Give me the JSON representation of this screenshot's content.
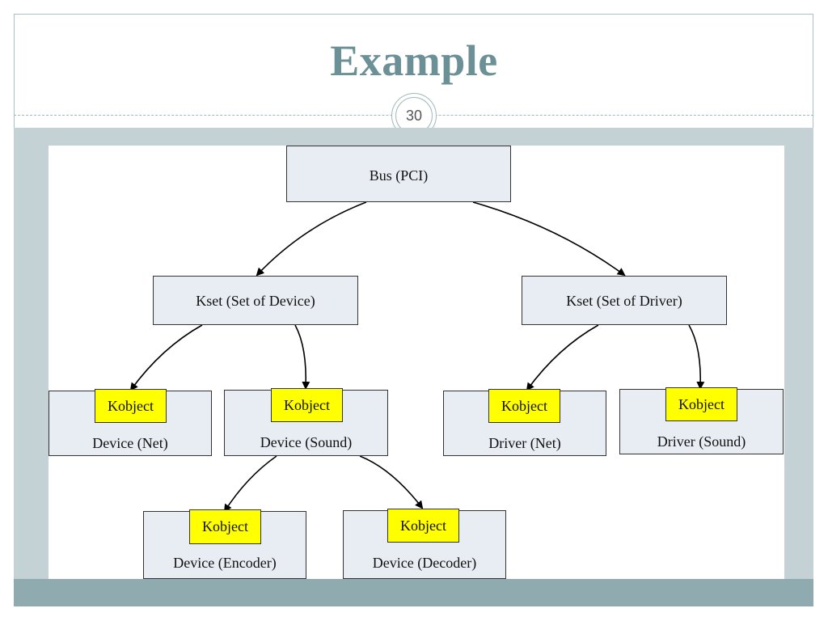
{
  "slide": {
    "title": "Example",
    "number": "30"
  },
  "diagram": {
    "bus": "Bus (PCI)",
    "kset_device": "Kset (Set of Device)",
    "kset_driver": "Kset (Set of Driver)",
    "kobject_label": "Kobject",
    "device_net": "Device (Net)",
    "device_sound": "Device (Sound)",
    "driver_net": "Driver (Net)",
    "driver_sound": "Driver (Sound)",
    "device_encoder": "Device (Encoder)",
    "device_decoder": "Device (Decoder)"
  },
  "colors": {
    "title": "#6b9096",
    "node_fill": "#e8edf4",
    "kobject_fill": "#ffff00",
    "band": "#c4d2d6",
    "footer": "#8fabaf"
  }
}
